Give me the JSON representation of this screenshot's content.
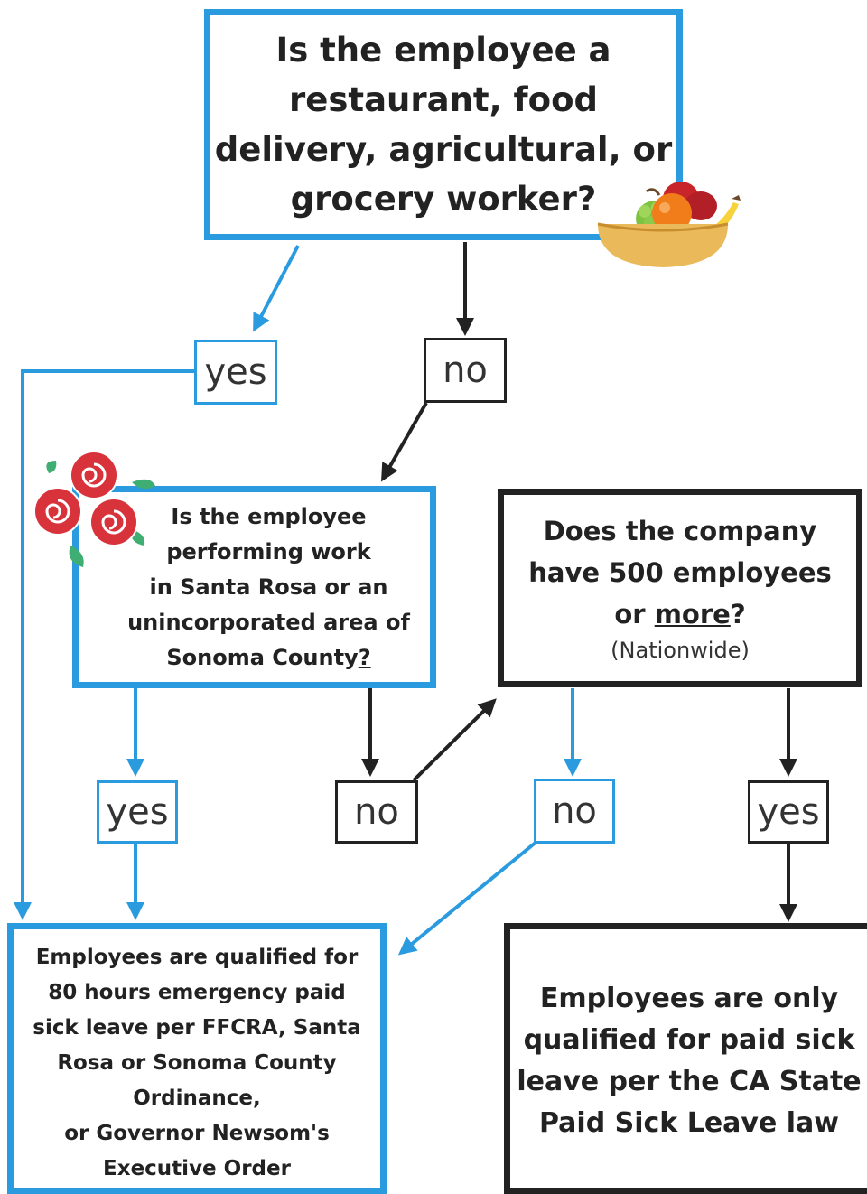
{
  "q1": {
    "lines": [
      "Is the employee a",
      "restaurant, food",
      "delivery, agricultural, or",
      "grocery worker?"
    ]
  },
  "q2": {
    "lines": [
      "Is the employee",
      "performing work",
      "in Santa Rosa or an",
      "unincorporated area of"
    ],
    "last_line_text": "Sonoma County",
    "last_line_suffix": "?"
  },
  "q3": {
    "line1": "Does the company",
    "line2": "have 500 employees",
    "line3_prefix": "or ",
    "line3_underlined": "more",
    "line3_suffix": "?",
    "sub": "(Nationwide)"
  },
  "labels": {
    "yes_1": "yes",
    "no_1": "no",
    "yes_2": "yes",
    "no_2": "no",
    "no_3": "no",
    "yes_3": "yes"
  },
  "result_qualified": {
    "lines": [
      "Employees are qualified for",
      "80 hours emergency paid",
      "sick leave per FFCRA, Santa",
      "Rosa or Sonoma County",
      "Ordinance,",
      "or Governor Newsom's",
      "Executive Order"
    ]
  },
  "result_state_only": {
    "lines": [
      "Employees are only",
      "qualified for paid sick",
      "leave per the CA State",
      "Paid Sick Leave law"
    ]
  },
  "colors": {
    "blue": "#2b9be0",
    "black": "#222222",
    "rose_red": "#d8333b",
    "leaf_green": "#3fae72"
  },
  "icons": {
    "fruit_bowl": "fruit-bowl-icon",
    "roses": "roses-icon"
  }
}
